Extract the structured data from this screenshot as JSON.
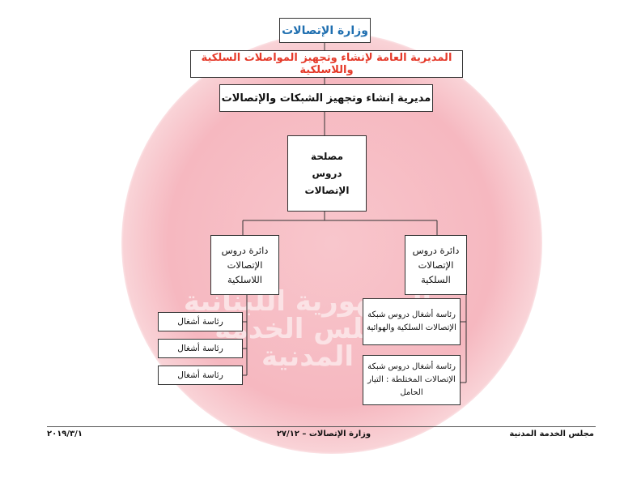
{
  "org_chart": {
    "ministry": "وزارة الإتصالات",
    "general_directorate": "المديرية العامة لإنشاء وتجهيز المواصلات السلكية واللاسلكية",
    "directorate": "مديرية إنشاء وتجهيز الشبكات والإتصالات",
    "service": "مصلحة دروس الإتصالات",
    "dept_wireless": "دائرة دروس الإتصالات اللاسلكية",
    "dept_wired": "دائرة دروس الإتصالات السلكية",
    "wireless_sections": [
      "رئاسة أشغال",
      "رئاسة أشغال",
      "رئاسة أشغال"
    ],
    "wired_sections": [
      "رئاسة أشغال دروس شبكة الإتصالات السلكية والهوائية",
      "رئاسة أشغال دروس شبكة الإتصالات المختلطة : التيار الحامل"
    ]
  },
  "footer": {
    "left": "٢٠١٩/٣/١",
    "center": "وزارة الإتصالات – ٢٧/١٢",
    "right": "مجلس الخدمة المدنية"
  },
  "watermark": {
    "line1": "الجمهورية اللبنانية",
    "line2": "مجلس الخدمة المدنية"
  },
  "colors": {
    "ministry_text": "#1f6fb0",
    "general_text": "#e53a2a",
    "watermark": "#f6b8c0"
  }
}
